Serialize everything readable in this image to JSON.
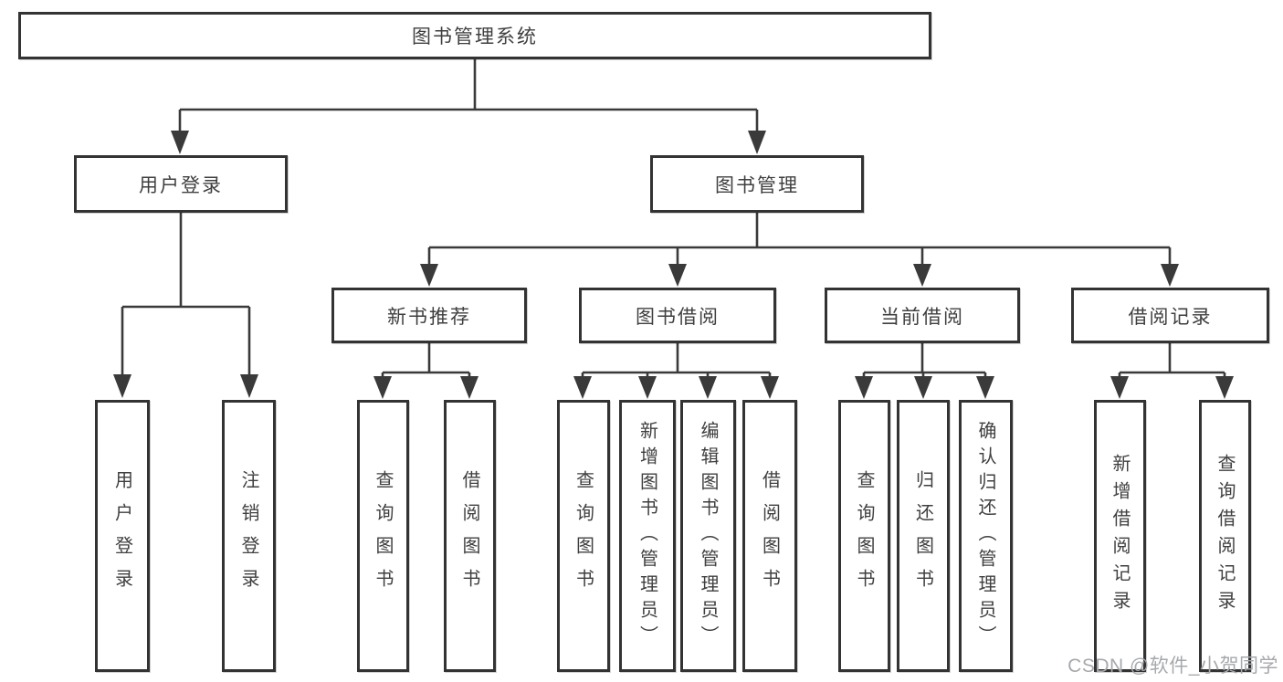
{
  "tree": {
    "label": "图书管理系统",
    "children": [
      {
        "label": "用户登录",
        "children": [
          {
            "label": "用户登录"
          },
          {
            "label": "注销登录"
          }
        ]
      },
      {
        "label": "图书管理",
        "children": [
          {
            "label": "新书推荐",
            "children": [
              {
                "label": "查询图书"
              },
              {
                "label": "借阅图书"
              }
            ]
          },
          {
            "label": "图书借阅",
            "children": [
              {
                "label": "查询图书"
              },
              {
                "label": "新增图书（管理员）"
              },
              {
                "label": "编辑图书（管理员）"
              },
              {
                "label": "借阅图书"
              }
            ]
          },
          {
            "label": "当前借阅",
            "children": [
              {
                "label": "查询图书"
              },
              {
                "label": "归还图书"
              },
              {
                "label": "确认归还（管理员）"
              }
            ]
          },
          {
            "label": "借阅记录",
            "children": [
              {
                "label": "新增借阅记录"
              },
              {
                "label": "查询借阅记录"
              }
            ]
          }
        ]
      }
    ]
  },
  "watermark": "CSDN @软件_小贺同学",
  "colors": {
    "line": "#3a3a3a",
    "box_border": "#333333",
    "text": "#3f3f3f",
    "watermark": "#a6a9ad",
    "background": "#ffffff"
  }
}
